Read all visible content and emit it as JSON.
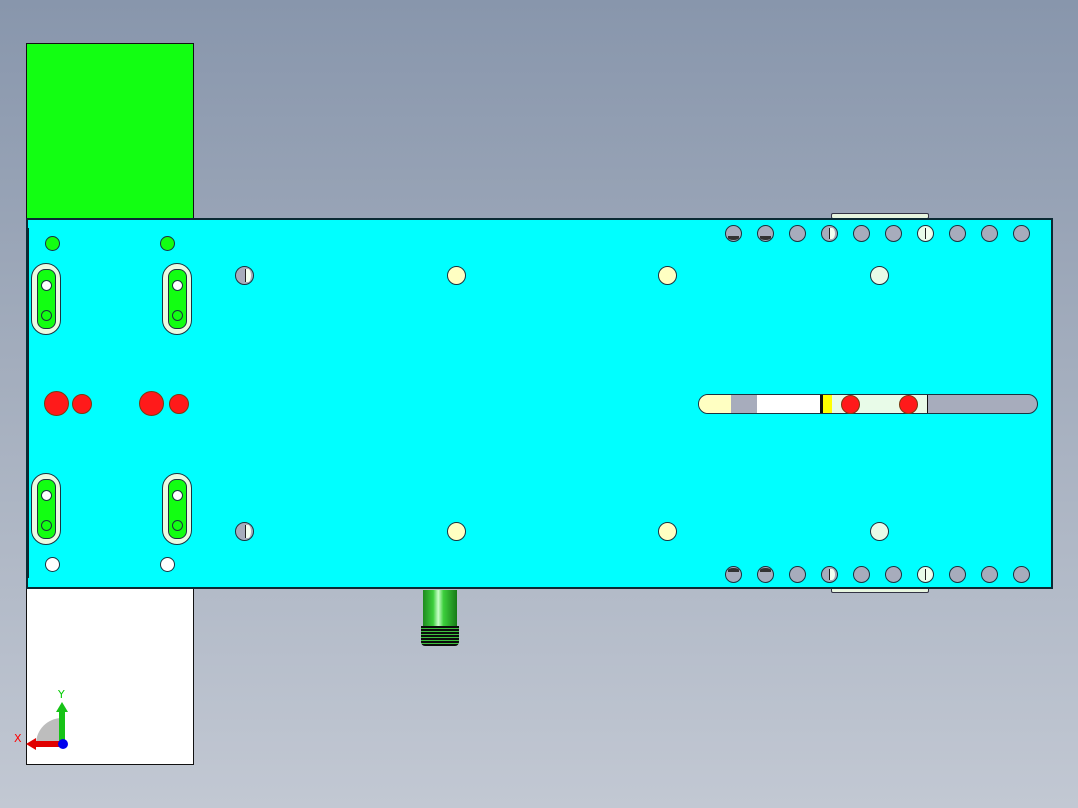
{
  "viewport": {
    "background_top": "#8896ac",
    "background_bottom": "#c2c8d3",
    "view": "Top view (CAD model)"
  },
  "parts": {
    "plate": {
      "color": "#00ffff",
      "label": "base-plate"
    },
    "green_block": {
      "color": "#12ff12",
      "label": "upper-left block"
    },
    "white_block": {
      "color": "#ffffff",
      "label": "lower-left block"
    },
    "fitting": {
      "color": "#3ccf3c",
      "label": "threaded fitting"
    }
  },
  "holes": {
    "top_row_right": [
      "gray-cap",
      "gray-cap",
      "gray",
      "gray-half",
      "gray",
      "gray",
      "mint-half",
      "gray",
      "gray",
      "gray"
    ],
    "bottom_row_right": [
      "gray-captop",
      "gray-captop",
      "gray",
      "gray-half",
      "gray",
      "gray",
      "mint-half",
      "gray",
      "gray",
      "gray"
    ],
    "upper_mid": [
      "gray-half",
      "cream",
      "cream",
      "mint"
    ],
    "lower_mid": [
      "gray-half",
      "cream",
      "cream",
      "mint"
    ]
  },
  "slot": {
    "segments": [
      {
        "color": "#ffffc2",
        "width": 32
      },
      {
        "color": "#a7acbc",
        "width": 26
      },
      {
        "color": "#ffffff",
        "width": 63
      },
      {
        "color": "#111111",
        "width": 3
      },
      {
        "color": "#ffff00",
        "width": 9
      },
      {
        "color": "#e8fbe8",
        "width": 95
      },
      {
        "color": "#a7acbc",
        "width": 110
      }
    ]
  },
  "triad": {
    "x_label": "X",
    "y_label": "Y",
    "x_color": "#ff0000",
    "y_color": "#00cc00",
    "z_color": "#0000ff"
  }
}
